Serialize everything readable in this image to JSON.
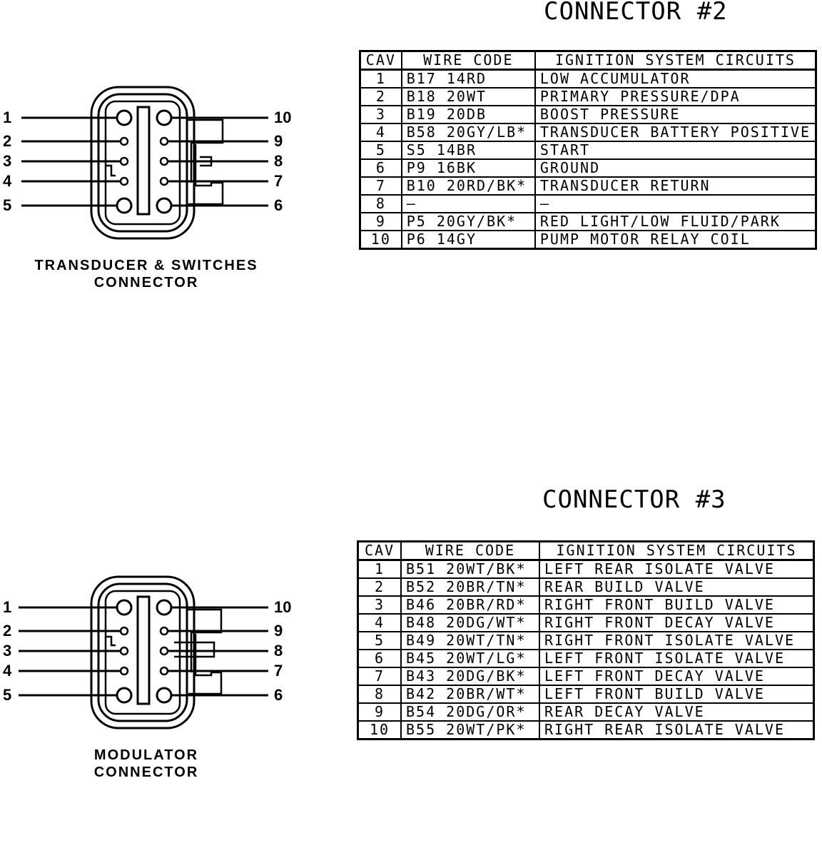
{
  "connector2": {
    "title": "CONNECTOR #2",
    "caption_line1": "TRANSDUCER & SWITCHES",
    "caption_line2": "CONNECTOR",
    "headers": {
      "cav": "CAV",
      "wire_code": "WIRE CODE",
      "circuit": "IGNITION SYSTEM CIRCUITS"
    },
    "rows": [
      {
        "cav": "1",
        "wire": "B17 14RD",
        "circuit": "LOW ACCUMULATOR"
      },
      {
        "cav": "2",
        "wire": "B18 20WT",
        "circuit": "PRIMARY PRESSURE/DPA"
      },
      {
        "cav": "3",
        "wire": "B19 20DB",
        "circuit": "BOOST PRESSURE"
      },
      {
        "cav": "4",
        "wire": "B58 20GY/LB*",
        "circuit": "TRANSDUCER BATTERY POSITIVE"
      },
      {
        "cav": "5",
        "wire": "S5 14BR",
        "circuit": "START"
      },
      {
        "cav": "6",
        "wire": "P9 16BK",
        "circuit": "GROUND"
      },
      {
        "cav": "7",
        "wire": "B10 20RD/BK*",
        "circuit": "TRANSDUCER RETURN"
      },
      {
        "cav": "8",
        "wire": "—",
        "circuit": "—"
      },
      {
        "cav": "9",
        "wire": "P5 20GY/BK*",
        "circuit": "RED LIGHT/LOW FLUID/PARK"
      },
      {
        "cav": "10",
        "wire": "P6 14GY",
        "circuit": "PUMP MOTOR RELAY COIL"
      }
    ],
    "pins_left": [
      "1",
      "2",
      "3",
      "4",
      "5"
    ],
    "pins_right": [
      "10",
      "9",
      "8",
      "7",
      "6"
    ]
  },
  "connector3": {
    "title": "CONNECTOR #3",
    "caption_line1": "MODULATOR",
    "caption_line2": "CONNECTOR",
    "headers": {
      "cav": "CAV",
      "wire_code": "WIRE CODE",
      "circuit": "IGNITION SYSTEM CIRCUITS"
    },
    "rows": [
      {
        "cav": "1",
        "wire": "B51 20WT/BK*",
        "circuit": "LEFT REAR ISOLATE VALVE"
      },
      {
        "cav": "2",
        "wire": "B52 20BR/TN*",
        "circuit": "REAR BUILD VALVE"
      },
      {
        "cav": "3",
        "wire": "B46 20BR/RD*",
        "circuit": "RIGHT FRONT BUILD VALVE"
      },
      {
        "cav": "4",
        "wire": "B48 20DG/WT*",
        "circuit": "RIGHT FRONT DECAY VALVE"
      },
      {
        "cav": "5",
        "wire": "B49 20WT/TN*",
        "circuit": "RIGHT FRONT ISOLATE VALVE"
      },
      {
        "cav": "6",
        "wire": "B45 20WT/LG*",
        "circuit": "LEFT FRONT ISOLATE VALVE"
      },
      {
        "cav": "7",
        "wire": "B43 20DG/BK*",
        "circuit": "LEFT FRONT DECAY VALVE"
      },
      {
        "cav": "8",
        "wire": "B42 20BR/WT*",
        "circuit": "LEFT FRONT BUILD VALVE"
      },
      {
        "cav": "9",
        "wire": "B54 20DG/OR*",
        "circuit": "REAR DECAY VALVE"
      },
      {
        "cav": "10",
        "wire": "B55 20WT/PK*",
        "circuit": "RIGHT REAR ISOLATE VALVE"
      }
    ],
    "pins_left": [
      "1",
      "2",
      "3",
      "4",
      "5"
    ],
    "pins_right": [
      "10",
      "9",
      "8",
      "7",
      "6"
    ]
  }
}
